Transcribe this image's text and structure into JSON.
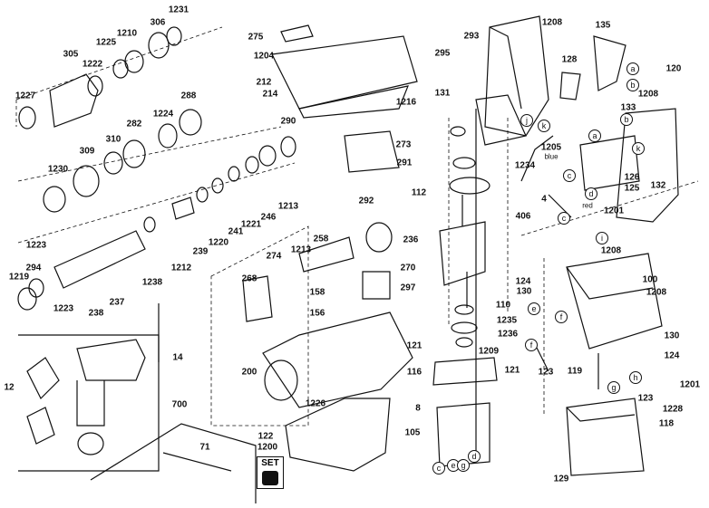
{
  "diagram": {
    "labels": [
      "1231",
      "306",
      "1210",
      "1225",
      "305",
      "1222",
      "1227",
      "288",
      "1224",
      "282",
      "310",
      "309",
      "1230",
      "290",
      "1213",
      "246",
      "1221",
      "241",
      "1220",
      "239",
      "1212",
      "1223",
      "294",
      "1219",
      "238",
      "237",
      "1238",
      "1223",
      "12",
      "14",
      "700",
      "71",
      "275",
      "1204",
      "212",
      "214",
      "1216",
      "293",
      "295",
      "131",
      "1208",
      "135",
      "128",
      "120",
      "1208",
      "133",
      "273",
      "291",
      "292",
      "112",
      "1234",
      "406",
      "236",
      "270",
      "297",
      "258",
      "1213",
      "274",
      "268",
      "158",
      "156",
      "200",
      "110",
      "1235",
      "1236",
      "121",
      "1209",
      "116",
      "121",
      "1226",
      "8",
      "122",
      "1200",
      "105",
      "1205",
      "4",
      "132",
      "126",
      "125",
      "1201",
      "1208",
      "100",
      "124",
      "130",
      "1208",
      "130",
      "124",
      "1201",
      "119",
      "123",
      "123",
      "1228",
      "118",
      "129"
    ],
    "letters": [
      "a",
      "b",
      "c",
      "d",
      "e",
      "f",
      "g",
      "h",
      "i",
      "j",
      "k"
    ],
    "notes": {
      "blue": "blue",
      "red": "red"
    },
    "set_label": "SET"
  }
}
